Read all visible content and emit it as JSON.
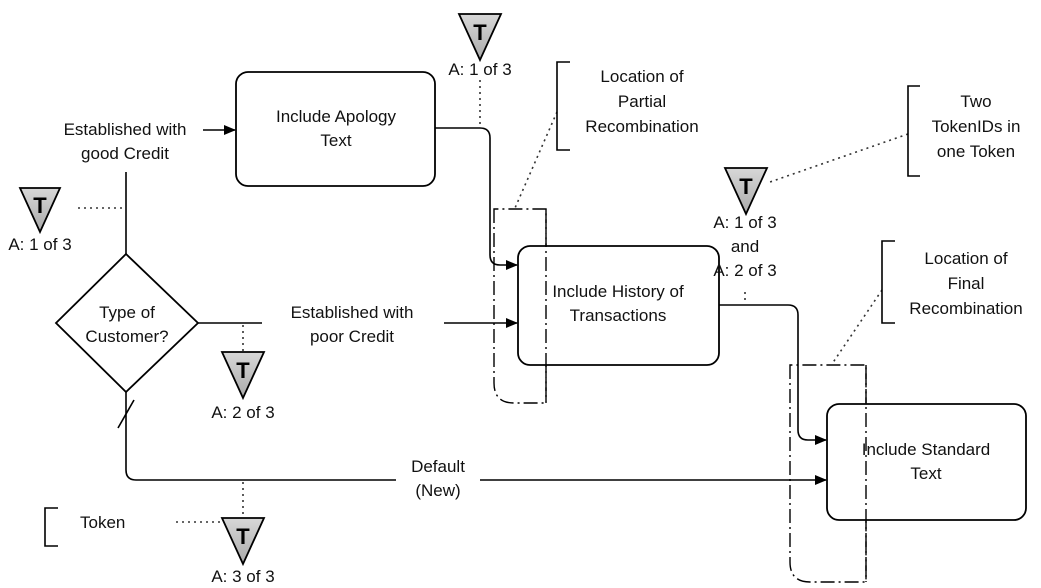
{
  "diagram": {
    "tasks": {
      "apology": [
        "Include Apology",
        "Text"
      ],
      "history": [
        "Include History of",
        "Transactions"
      ],
      "standard": [
        "Include Standard",
        "Text"
      ]
    },
    "gateway": [
      "Type of",
      "Customer?"
    ],
    "flows": {
      "good_credit": [
        "Established with",
        "good Credit"
      ],
      "poor_credit": [
        "Established with",
        "poor Credit"
      ],
      "default": [
        "Default",
        "(New)"
      ]
    },
    "tokens": {
      "letter": "T",
      "top_label": "A: 1 of 3",
      "left_label": "A: 1 of 3",
      "poor_label": "A: 2 of 3",
      "default_label": "A: 3 of 3",
      "combined_label": [
        "A: 1 of 3",
        "and",
        "A: 2 of 3"
      ]
    },
    "annotations": {
      "partial": [
        "Location of",
        "Partial",
        "Recombination"
      ],
      "two_ids": [
        "Two",
        "TokenIDs in",
        "one Token"
      ],
      "final": [
        "Location of",
        "Final",
        "Recombination"
      ],
      "legend": "Token"
    }
  }
}
